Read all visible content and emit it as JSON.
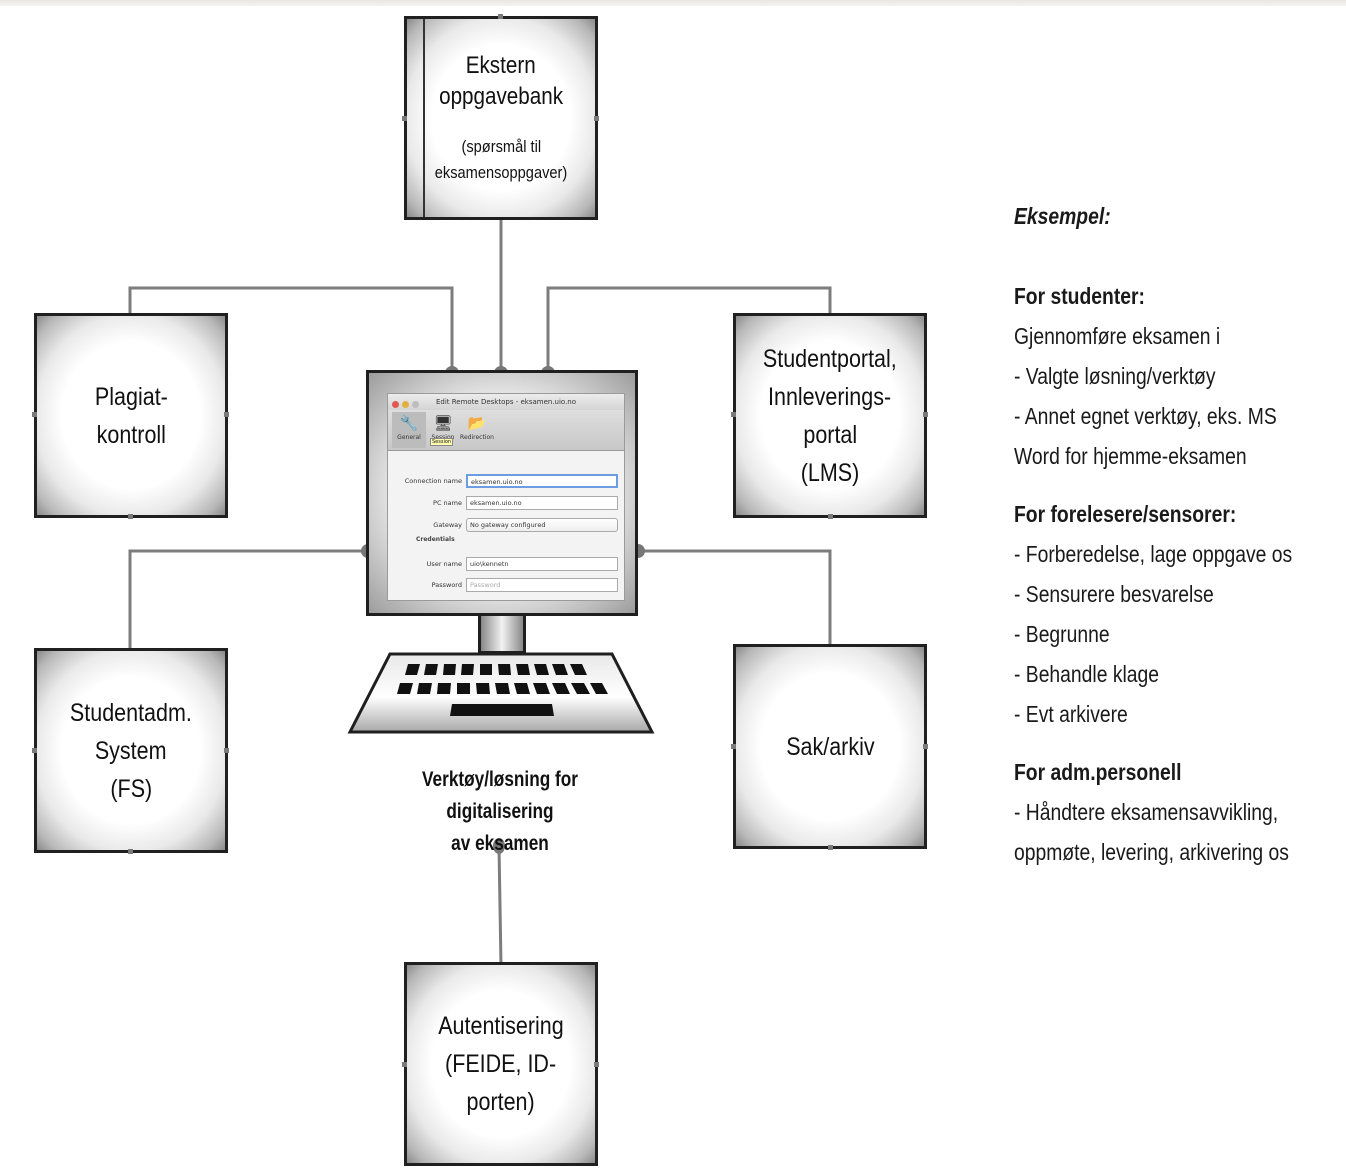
{
  "boxes": {
    "ekstern": {
      "title": [
        "Ekstern",
        "oppgavebank"
      ],
      "note": [
        "(spørsmål til",
        "eksamensoppgaver)"
      ]
    },
    "plagiat": [
      "Plagiat-",
      "kontroll"
    ],
    "studentportal": [
      "Studentportal,",
      "Innleverings-",
      "portal",
      "(LMS)"
    ],
    "studentadm": [
      "Studentadm.",
      "System",
      "(FS)"
    ],
    "sak": [
      "Sak/arkiv"
    ],
    "autentisering": [
      "Autentisering",
      "(FEIDE, ID-",
      "porten)"
    ]
  },
  "center": {
    "caption": [
      "Verktøy/løsning for digitalisering",
      "av eksamen"
    ]
  },
  "screen": {
    "window_title": "Edit Remote Desktops - eksamen.uio.no",
    "toolbar": [
      {
        "label": "General",
        "icon": "wrench-icon",
        "glyph": "🔧"
      },
      {
        "label": "Session",
        "icon": "monitor-icon",
        "glyph": "🖥"
      },
      {
        "label": "Redirection",
        "icon": "folder-icon",
        "glyph": "📂"
      }
    ],
    "tooltip": "Session",
    "fields": {
      "connection_name": {
        "label": "Connection name",
        "value": "eksamen.uio.no"
      },
      "pc_name": {
        "label": "PC name",
        "value": "eksamen.uio.no"
      },
      "gateway": {
        "label": "Gateway",
        "value": "No gateway configured"
      },
      "credentials_heading": "Credentials",
      "user_name": {
        "label": "User name",
        "value": "uio\\kennetn"
      },
      "password": {
        "label": "Password",
        "placeholder": "Password"
      }
    }
  },
  "side": {
    "example": "Eksempel:",
    "students": {
      "heading": "For studenter:",
      "lines": [
        "Gjennomføre eksamen i",
        "- Valgte løsning/verktøy",
        "- Annet egnet verktøy, eks. MS",
        "Word for hjemme-eksamen"
      ]
    },
    "teachers": {
      "heading": "For forelesere/sensorer:",
      "lines": [
        "- Forberedelse, lage oppgave os",
        "- Sensurere besvarelse",
        "- Begrunne",
        "- Behandle klage",
        "- Evt arkivere"
      ]
    },
    "admin": {
      "heading": "For adm.personell",
      "lines": [
        "- Håndtere eksamensavvikling,",
        "oppmøte, levering, arkivering os"
      ]
    }
  },
  "colors": {
    "connector": "#7d7d7d",
    "border": "#202020"
  }
}
